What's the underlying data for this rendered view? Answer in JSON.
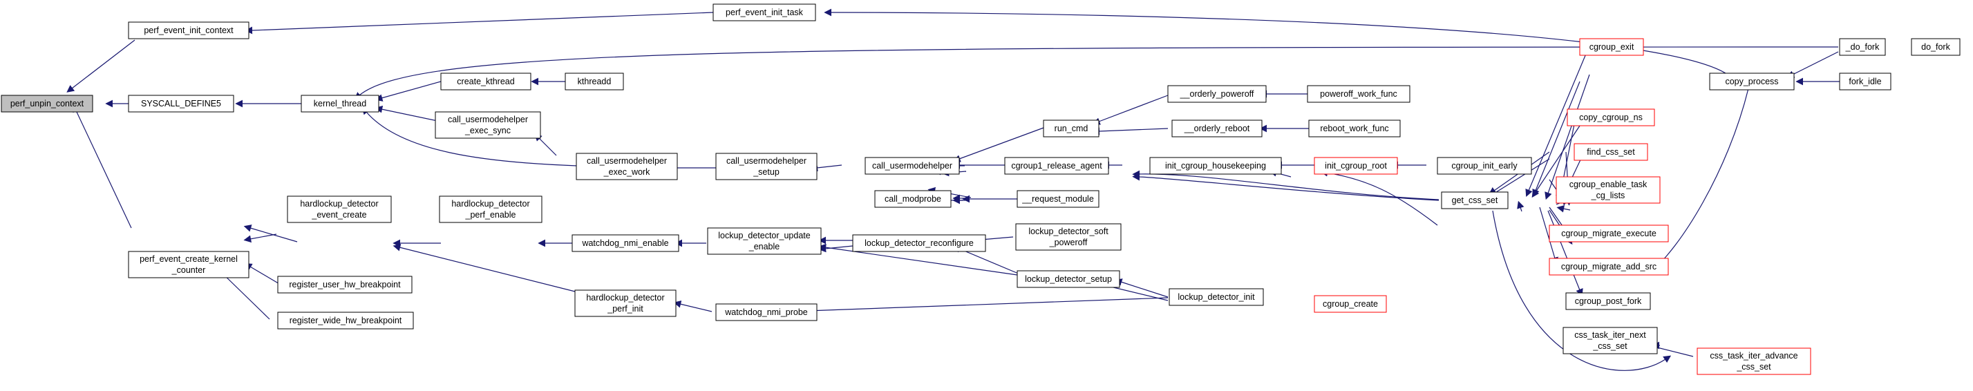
{
  "colors": {
    "edge": "#191970",
    "border": "#000000",
    "red_border": "#ff0000",
    "root_fill": "#bfbfbf"
  },
  "nodes": [
    {
      "id": "n0",
      "lines": [
        "perf_unpin_context"
      ],
      "root": true
    },
    {
      "id": "n1",
      "lines": [
        "perf_event_init_context"
      ]
    },
    {
      "id": "n2",
      "lines": [
        "perf_event_init_task"
      ]
    },
    {
      "id": "n3",
      "lines": [
        "SYSCALL_DEFINE5"
      ]
    },
    {
      "id": "n4",
      "lines": [
        "kernel_thread"
      ]
    },
    {
      "id": "n5",
      "lines": [
        "_do_fork"
      ]
    },
    {
      "id": "n6",
      "lines": [
        "do_fork"
      ]
    },
    {
      "id": "n7",
      "lines": [
        "copy_process"
      ]
    },
    {
      "id": "n8",
      "lines": [
        "fork_idle"
      ]
    },
    {
      "id": "n9",
      "lines": [
        "create_kthread"
      ]
    },
    {
      "id": "n10",
      "lines": [
        "kthreadd"
      ]
    },
    {
      "id": "n11",
      "lines": [
        "call_usermodehelper",
        "_exec_sync"
      ]
    },
    {
      "id": "n12",
      "lines": [
        "call_usermodehelper",
        "_exec_work"
      ]
    },
    {
      "id": "n13",
      "lines": [
        "call_usermodehelper",
        "_setup"
      ]
    },
    {
      "id": "n14",
      "lines": [
        "call_usermodehelper"
      ]
    },
    {
      "id": "n15",
      "lines": [
        "run_cmd"
      ]
    },
    {
      "id": "n16",
      "lines": [
        "__orderly_poweroff"
      ]
    },
    {
      "id": "n17",
      "lines": [
        "poweroff_work_func"
      ]
    },
    {
      "id": "n18",
      "lines": [
        "__orderly_reboot"
      ]
    },
    {
      "id": "n19",
      "lines": [
        "reboot_work_func"
      ]
    },
    {
      "id": "n20",
      "lines": [
        "cgroup1_release_agent"
      ]
    },
    {
      "id": "n21",
      "lines": [
        "init_cgroup_housekeeping"
      ]
    },
    {
      "id": "n22",
      "lines": [
        "init_cgroup_root"
      ],
      "red": true
    },
    {
      "id": "n23",
      "lines": [
        "cgroup_init_early"
      ]
    },
    {
      "id": "n24",
      "lines": [
        "cgroup_create"
      ],
      "red": true
    },
    {
      "id": "n25",
      "lines": [
        "call_modprobe"
      ]
    },
    {
      "id": "n26",
      "lines": [
        "__request_module"
      ]
    },
    {
      "id": "n27",
      "lines": [
        "perf_event_create_kernel",
        "_counter"
      ]
    },
    {
      "id": "n28",
      "lines": [
        "hardlockup_detector",
        "_event_create"
      ]
    },
    {
      "id": "n29",
      "lines": [
        "hardlockup_detector",
        "_perf_enable"
      ]
    },
    {
      "id": "n30",
      "lines": [
        "watchdog_nmi_enable"
      ]
    },
    {
      "id": "n31",
      "lines": [
        "lockup_detector_update",
        "_enable"
      ]
    },
    {
      "id": "n32",
      "lines": [
        "lockup_detector_reconfigure"
      ]
    },
    {
      "id": "n33",
      "lines": [
        "lockup_detector_soft",
        "_poweroff"
      ]
    },
    {
      "id": "n34",
      "lines": [
        "lockup_detector_setup"
      ]
    },
    {
      "id": "n35",
      "lines": [
        "lockup_detector_init"
      ]
    },
    {
      "id": "n36",
      "lines": [
        "hardlockup_detector",
        "_perf_init"
      ]
    },
    {
      "id": "n37",
      "lines": [
        "watchdog_nmi_probe"
      ]
    },
    {
      "id": "n38",
      "lines": [
        "register_user_hw_breakpoint"
      ]
    },
    {
      "id": "n39",
      "lines": [
        "register_wide_hw_breakpoint"
      ]
    },
    {
      "id": "n40",
      "lines": [
        "get_css_set"
      ]
    },
    {
      "id": "n41",
      "lines": [
        "cgroup_exit"
      ],
      "red": true
    },
    {
      "id": "n42",
      "lines": [
        "copy_cgroup_ns"
      ],
      "red": true
    },
    {
      "id": "n43",
      "lines": [
        "find_css_set"
      ],
      "red": true
    },
    {
      "id": "n44",
      "lines": [
        "cgroup_enable_task",
        "_cg_lists"
      ],
      "red": true
    },
    {
      "id": "n45",
      "lines": [
        "cgroup_migrate_execute"
      ],
      "red": true
    },
    {
      "id": "n46",
      "lines": [
        "cgroup_migrate_add_src"
      ],
      "red": true
    },
    {
      "id": "n47",
      "lines": [
        "cgroup_post_fork"
      ]
    },
    {
      "id": "n48",
      "lines": [
        "css_task_iter_next",
        "_css_set"
      ]
    },
    {
      "id": "n49",
      "lines": [
        "css_task_iter_advance",
        "_css_set"
      ],
      "red": true
    }
  ]
}
